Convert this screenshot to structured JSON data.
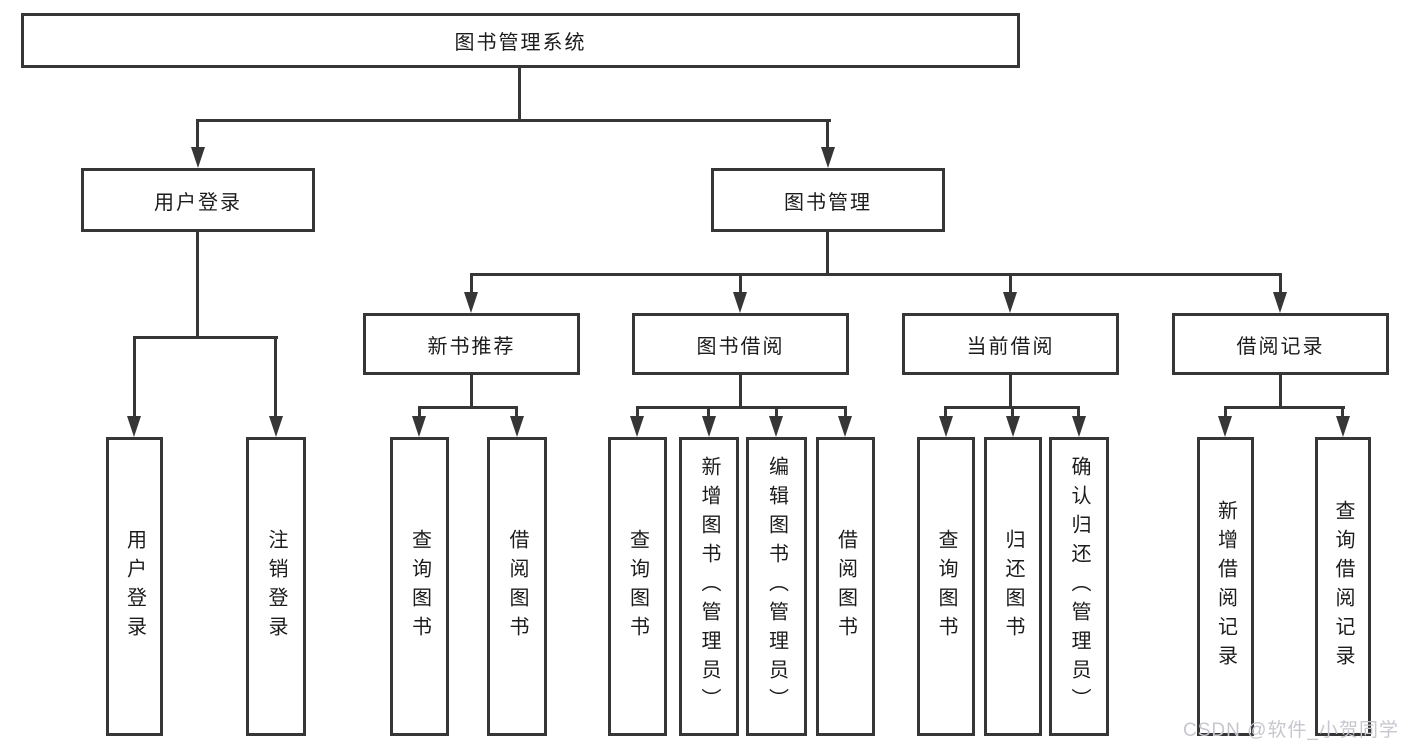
{
  "diagram": {
    "root_label": "图书管理系统",
    "user_branch": {
      "label": "用户登录",
      "leaves": [
        "用户登录",
        "注销登录"
      ]
    },
    "mgmt_branch": {
      "label": "图书管理"
    },
    "sections": [
      {
        "label": "新书推荐",
        "leaves": [
          "查询图书",
          "借阅图书"
        ]
      },
      {
        "label": "图书借阅",
        "leaves": [
          "查询图书",
          "新增图书（管理员）",
          "编辑图书（管理员）",
          "借阅图书"
        ]
      },
      {
        "label": "当前借阅",
        "leaves": [
          "查询图书",
          "归还图书",
          "确认归还（管理员）"
        ]
      },
      {
        "label": "借阅记录",
        "leaves": [
          "新增借阅记录",
          "查询借阅记录"
        ]
      }
    ]
  },
  "watermark": {
    "text": "CSDN @软件_小贺同学"
  },
  "colors": {
    "line": "#363636",
    "text": "#1c1c1c",
    "background": "#ffffff",
    "watermark": "#c7c7cf"
  }
}
